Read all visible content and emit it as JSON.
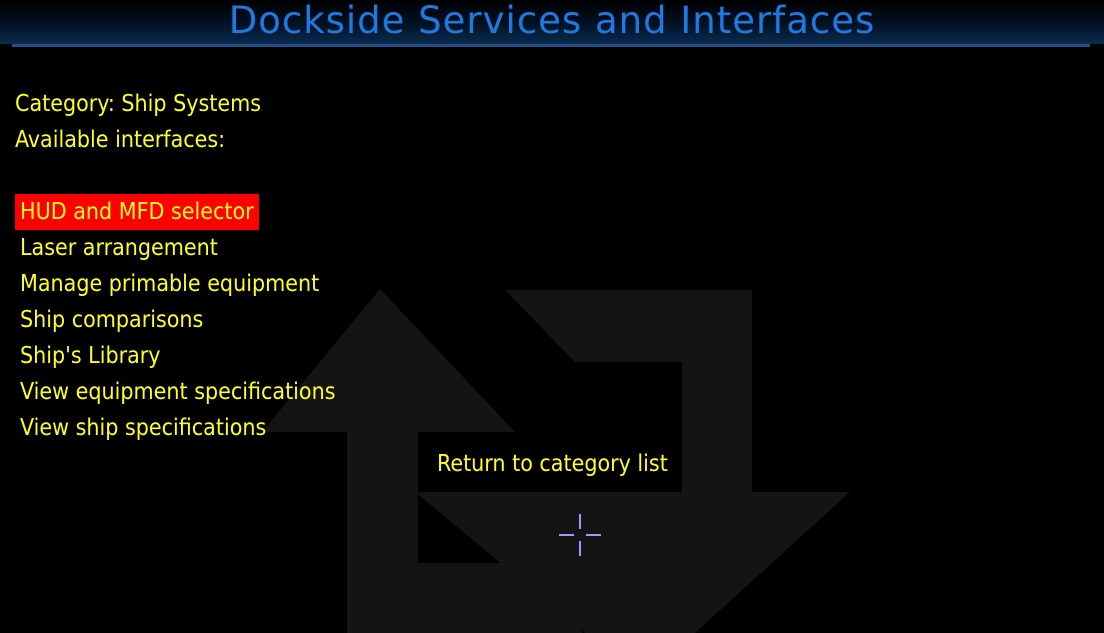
{
  "header": {
    "title": "Dockside Services and Interfaces"
  },
  "category": {
    "label": "Category: Ship Systems",
    "available_label": "Available interfaces:"
  },
  "interfaces": [
    {
      "label": "HUD and MFD selector",
      "selected": true
    },
    {
      "label": "Laser arrangement",
      "selected": false
    },
    {
      "label": "Manage primable equipment",
      "selected": false
    },
    {
      "label": "Ship comparisons",
      "selected": false
    },
    {
      "label": "Ship's Library",
      "selected": false
    },
    {
      "label": "View equipment specifications",
      "selected": false
    },
    {
      "label": "View ship specifications",
      "selected": false
    }
  ],
  "return_link": "Return to category list",
  "icons": {
    "background": "exchange-arrows-icon",
    "cursor": "crosshair-icon"
  },
  "colors": {
    "title": "#1e7ae0",
    "text": "#ffff20",
    "selection": "#ff0000",
    "background": "#000000",
    "arrows": "#141414",
    "cursor": "#9a9aff"
  }
}
